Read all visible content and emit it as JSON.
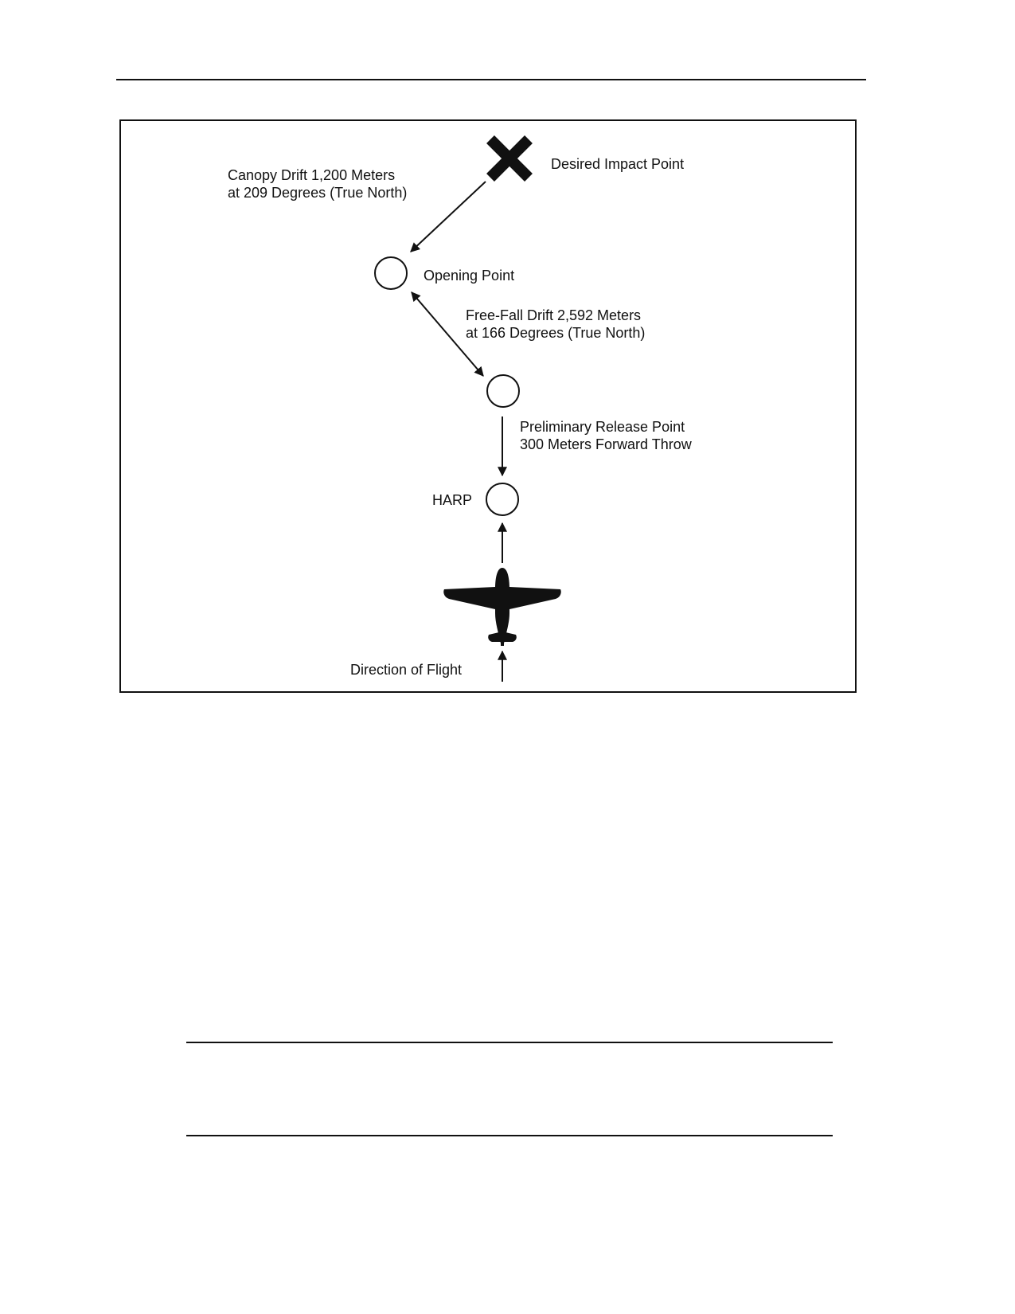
{
  "labels": {
    "desired_impact_point": "Desired Impact Point",
    "canopy_drift_line1": "Canopy Drift 1,200 Meters",
    "canopy_drift_line2": "at 209 Degrees (True North)",
    "opening_point": "Opening Point",
    "free_fall_drift_line1": "Free-Fall Drift 2,592 Meters",
    "free_fall_drift_line2": "at 166 Degrees (True North)",
    "preliminary_release_line1": "Preliminary Release Point",
    "preliminary_release_line2": "300 Meters Forward Throw",
    "harp": "HARP",
    "direction_of_flight": "Direction of Flight"
  },
  "icons": {
    "impact": "x-mark-icon",
    "aircraft": "airplane-icon"
  },
  "colors": {
    "ink": "#111111",
    "background": "#ffffff"
  }
}
